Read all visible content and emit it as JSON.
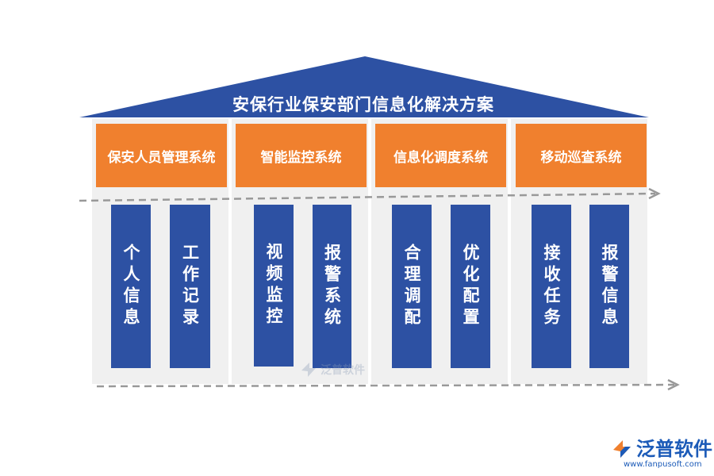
{
  "title": "安保行业保安部门信息化解决方案",
  "columns": [
    {
      "header": "保安人员管理系统",
      "pillars": [
        "个人信息",
        "工作记录"
      ]
    },
    {
      "header": "智能监控系统",
      "pillars": [
        "视频监控",
        "报警系统"
      ]
    },
    {
      "header": "信息化调度系统",
      "pillars": [
        "合理调配",
        "优化配置"
      ]
    },
    {
      "header": "移动巡查系统",
      "pillars": [
        "接收任务",
        "报警信息"
      ]
    }
  ],
  "watermark": {
    "text": "泛普软件"
  },
  "logo": {
    "brand": "泛普软件",
    "url": "www.fanpusoft.com"
  },
  "colors": {
    "roof": "#2d51a3",
    "header": "#f0802e",
    "pillar": "#2d51a3",
    "column": "#f0f0f0",
    "arrow": "#999999"
  }
}
